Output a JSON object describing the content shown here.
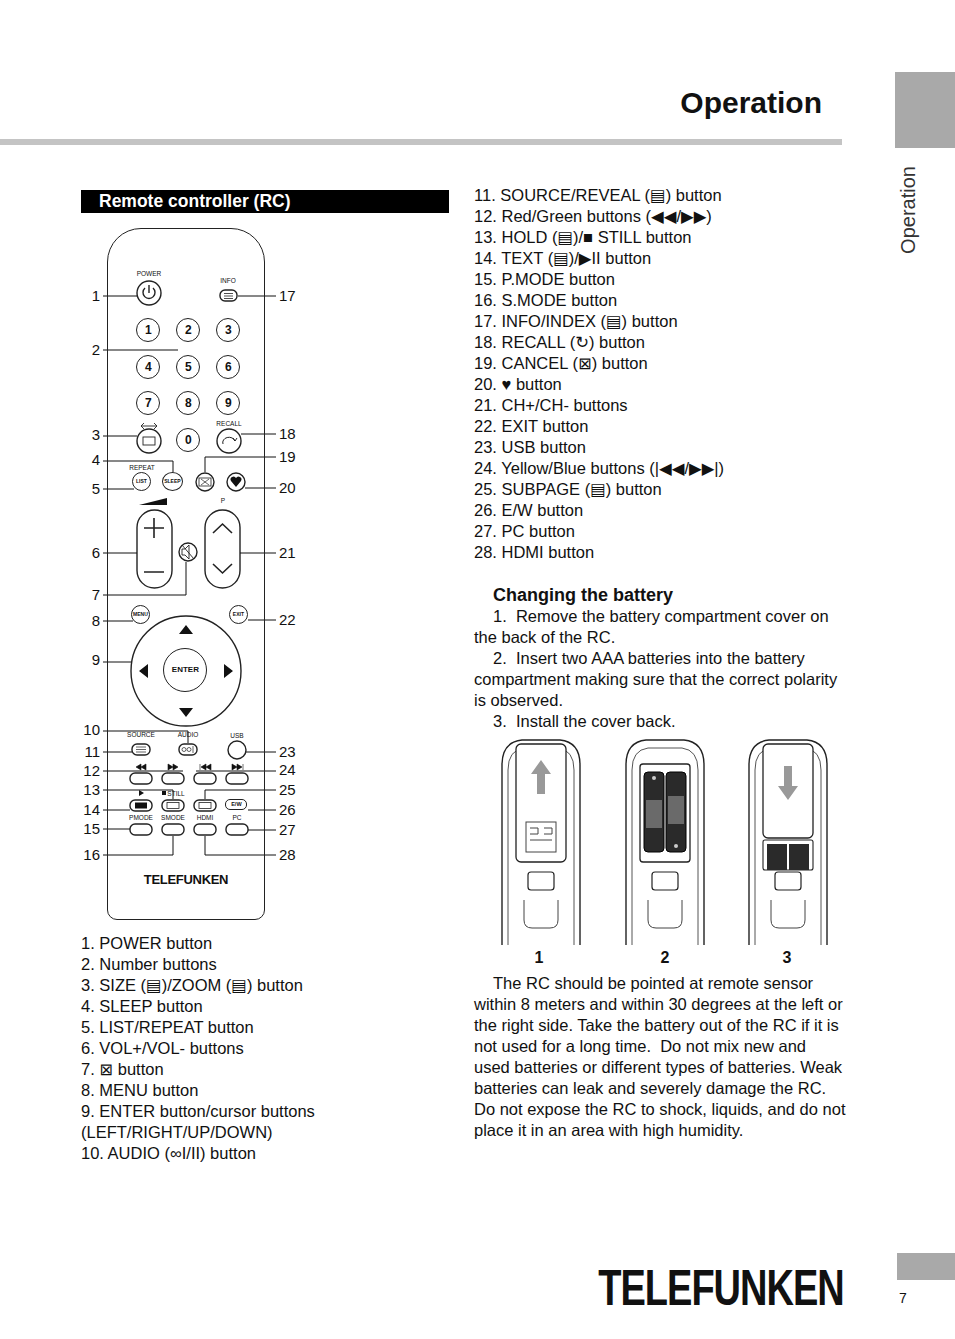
{
  "diagram": {
    "title": "Operation",
    "nodes": [
      {
        "text": [
          "Remote controller (RC)"
        ]
      },
      {
        "text": [
          "TELEFUNKEN"
        ]
      },
      {
        "text": [
          "1"
        ],
        "in": 1
      },
      {
        "text": [
          "2"
        ],
        "in": 1
      },
      {
        "text": [
          "3"
        ],
        "in": 1
      },
      {
        "text": [
          "4"
        ],
        "in": 1
      },
      {
        "text": [
          "5"
        ],
        "in": 1
      },
      {
        "text": [
          "6"
        ],
        "in": 1
      },
      {
        "text": [
          "7"
        ],
        "in": 1
      },
      {
        "text": [
          "8"
        ],
        "in": 1
      },
      {
        "text": [
          "9"
        ],
        "in": 1
      },
      {
        "text": [
          "0"
        ],
        "in": 1
      },
      {
        "text": [
          "LIST"
        ],
        "in": 1
      },
      {
        "text": [
          "SLEEP"
        ],
        "in": 1
      },
      {
        "text": [
          "MENU"
        ],
        "in": 1
      },
      {
        "text": [
          "EXIT"
        ],
        "in": 1
      },
      {
        "text": [
          "ENTER"
        ],
        "in": 1
      },
      {
        "text": [
          "E/W"
        ],
        "in": 1
      }
    ],
    "labels": [
      "1",
      "2",
      "3",
      "4",
      "5",
      "6",
      "7",
      "8",
      "9",
      "10",
      "11",
      "12",
      "13",
      "14",
      "15",
      "16",
      "17",
      "18",
      "19",
      "20",
      "21",
      "22",
      "23",
      "24",
      "25",
      "26",
      "27",
      "28",
      "POWER",
      "INFO",
      "RECALL",
      "REPEAT",
      "P",
      "SOURCE",
      "AUDIO",
      "USB",
      "STILL",
      "PMODE",
      "SMODE",
      "HDMI",
      "PC",
      "1. POWER button",
      "2. Number buttons",
      "3. SIZE (▤)/ZOOM (▤) button",
      "4. SLEEP button",
      "5. LIST/REPEAT button",
      "6. VOL+/VOL- buttons",
      "7. ⊠ button",
      "8. MENU button",
      "9. ENTER button/cursor buttons (LEFT/RIGHT/UP/DOWN)",
      "10. AUDIO (∞I/II) button",
      "11. SOURCE/REVEAL (▤) button",
      "12. Red/Green buttons (◀◀/▶▶)",
      "13. HOLD (▤)/■ STILL button",
      "14. TEXT (▤)/▶II button",
      "15. P.MODE button",
      "16. S.MODE button",
      "17. INFO/INDEX (▤) button",
      "18. RECALL (↻) button",
      "19. CANCEL (⊠) button",
      "20. ♥ button",
      "21. CH+/CH- buttons",
      "22. EXIT button",
      "23. USB button",
      "24. Yellow/Blue buttons (|◀◀/▶▶|)",
      "25. SUBPAGE (▤) button",
      "26. E/W button",
      "27. PC button",
      "28. HDMI button",
      "Changing the battery",
      "1.  Remove the battery compartment cover on the back of the RC.",
      "2.  Insert two AAA batteries into the battery compartment making sure that the correct polarity is observed.",
      "3.  Install the cover back.",
      "The RC should be pointed at remote sensor within 8 meters and within 30 degrees at the left or the right side. Take the battery out of the RC if it is not used for a long time.  Do not mix new and used batteries or different types of batteries. Weak batteries can leak and severely damage the RC. Do not expose the RC to shock, liquids, and do not place it in an area with high humidity.",
      "1",
      "2",
      "3",
      "Operation",
      "TELEFUNKEN",
      "7"
    ]
  }
}
